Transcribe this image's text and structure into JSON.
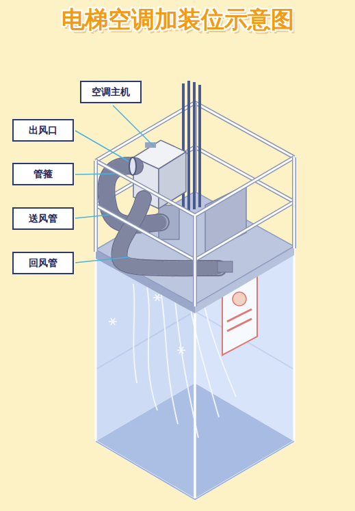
{
  "diagram": {
    "title": "电梯空调加装位示意图",
    "nodes": [
      {
        "text": [
          "空调主机"
        ]
      },
      {
        "text": [
          "出风口"
        ]
      },
      {
        "text": [
          "管箍"
        ]
      },
      {
        "text": [
          "送风管"
        ]
      },
      {
        "text": [
          "回风管"
        ]
      }
    ]
  }
}
